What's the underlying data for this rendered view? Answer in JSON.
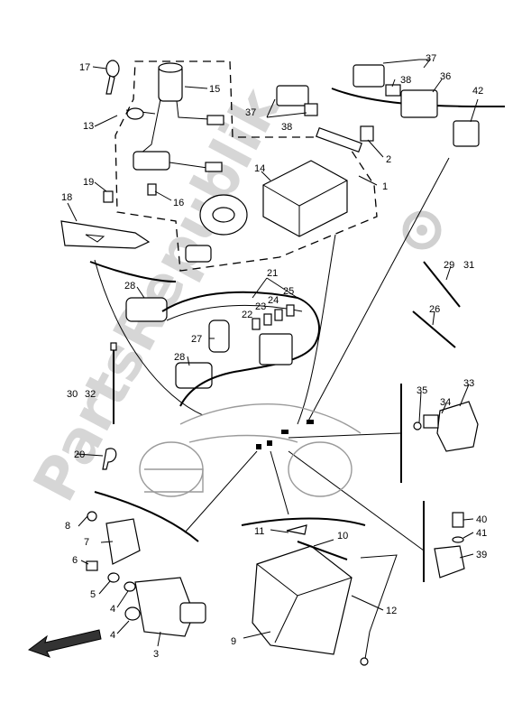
{
  "watermark": "PartsRepublik",
  "callouts": {
    "c1": "1",
    "c2": "2",
    "c3": "3",
    "c4a": "4",
    "c4b": "4",
    "c5": "5",
    "c6": "6",
    "c7": "7",
    "c8": "8",
    "c9": "9",
    "c10": "10",
    "c11": "11",
    "c12": "12",
    "c13": "13",
    "c14": "14",
    "c15": "15",
    "c16": "16",
    "c17": "17",
    "c18": "18",
    "c19": "19",
    "c20": "20",
    "c21": "21",
    "c22": "22",
    "c23": "23",
    "c24": "24",
    "c25": "25",
    "c26": "26",
    "c27": "27",
    "c28a": "28",
    "c28b": "28",
    "c29": "29",
    "c30": "30",
    "c31": "31",
    "c32": "32",
    "c33": "33",
    "c34": "34",
    "c35": "35",
    "c36": "36",
    "c37a": "37",
    "c37b": "37",
    "c38a": "38",
    "c38b": "38",
    "c39": "39",
    "c40": "40",
    "c41": "41",
    "c42": "42"
  }
}
